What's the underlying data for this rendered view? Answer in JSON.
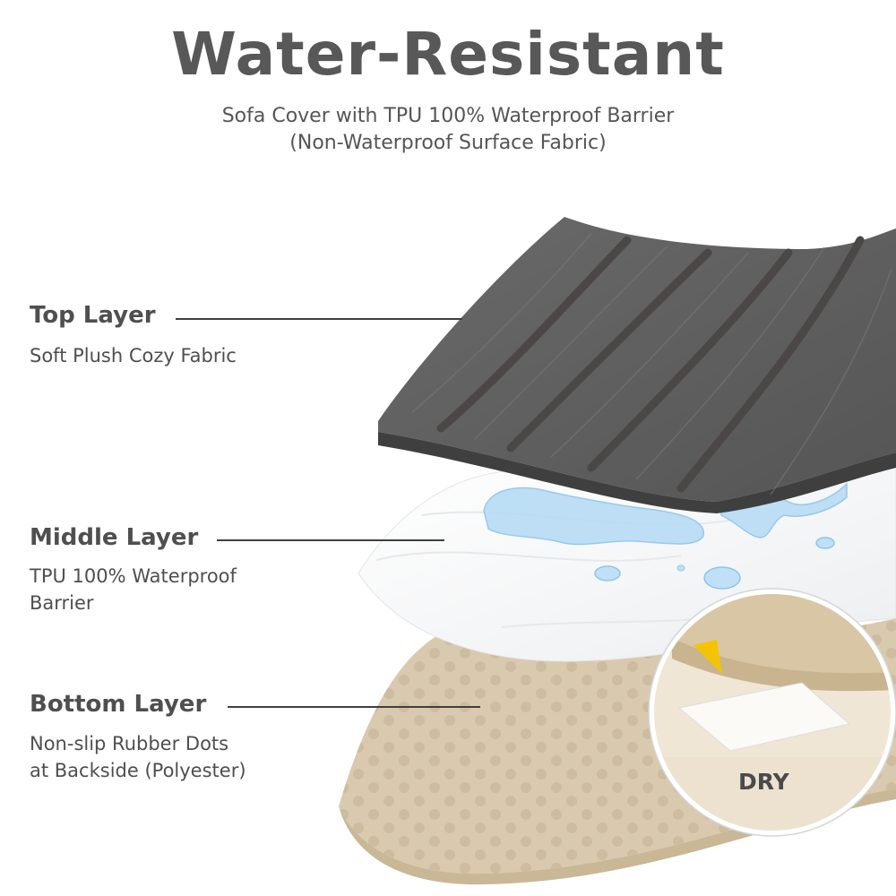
{
  "header": {
    "title": "Water-Resistant",
    "subtitle_line1": "Sofa Cover with TPU 100% Waterproof Barrier",
    "subtitle_line2": "(Non-Waterproof Surface Fabric)"
  },
  "layers": {
    "top": {
      "heading": "Top Layer",
      "description": "Soft Plush Cozy Fabric"
    },
    "middle": {
      "heading": "Middle Layer",
      "description_line1": "TPU 100% Waterproof",
      "description_line2": "Barrier"
    },
    "bottom": {
      "heading": "Bottom Layer",
      "description_line1": "Non-slip Rubber Dots",
      "description_line2": "at Backside (Polyester)"
    }
  },
  "inset": {
    "badge": "DRY"
  },
  "colors": {
    "top_fabric": "#5e5e5e",
    "top_edge": "#3f3f3f",
    "middle_layer": "#f6f7f8",
    "bottom_fabric": "#d9c9ae",
    "water": "#b7dcf5",
    "accent_arrow": "#f5c400"
  }
}
